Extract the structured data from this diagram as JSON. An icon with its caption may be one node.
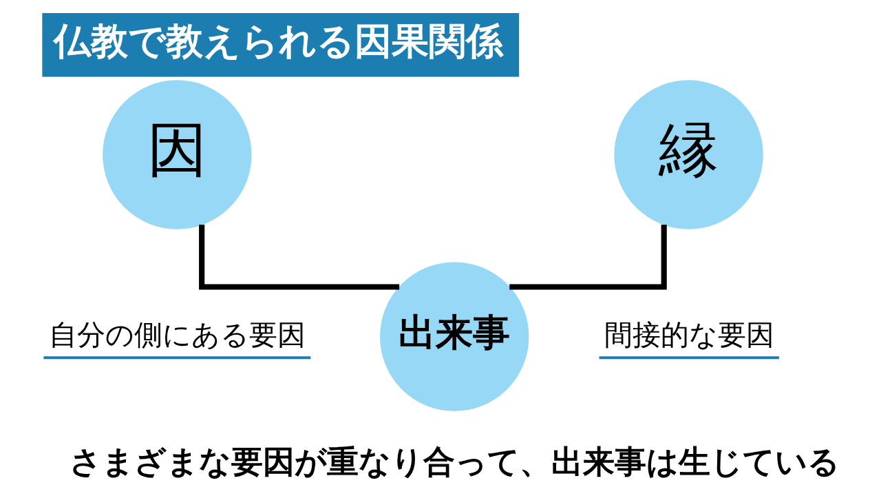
{
  "diagram": {
    "title": "仏教で教えられる因果関係",
    "caption": "さまざまな要因が重なり合って、出来事は生じている",
    "nodes": [
      {
        "text": [
          "因"
        ],
        "beside": [
          "自分の側にある要因"
        ]
      },
      {
        "text": [
          "縁"
        ],
        "beside": [
          "間接的な要因"
        ]
      },
      {
        "text": [
          "出来事"
        ]
      }
    ],
    "edges": [
      {
        "from": 0,
        "to": 2,
        "arrow": "none"
      },
      {
        "from": 1,
        "to": 2,
        "arrow": "none"
      }
    ]
  }
}
